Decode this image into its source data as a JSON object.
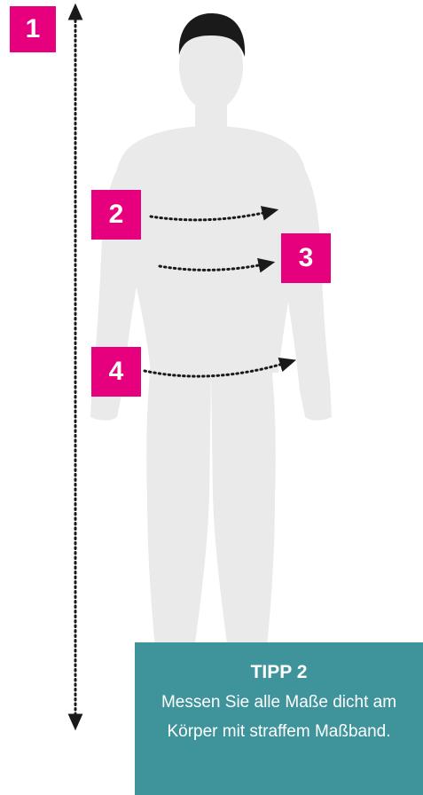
{
  "markers": {
    "m1": "1",
    "m2": "2",
    "m3": "3",
    "m4": "4"
  },
  "tip": {
    "title": "TIPP 2",
    "text": "Messen Sie alle Maße dicht am Körper mit straffem Maßband."
  },
  "colors": {
    "badge": "#e6007e",
    "tip_background": "#3f949b",
    "silhouette": "#eaeaea",
    "hair": "#1a1a1a"
  },
  "icons": {
    "height_arrow": "vertical-dotted-double-arrow",
    "chest_arrow": "dotted-curved-arrow",
    "waist_arrow": "dotted-curved-arrow",
    "hip_arrow": "dotted-curved-arrow"
  }
}
